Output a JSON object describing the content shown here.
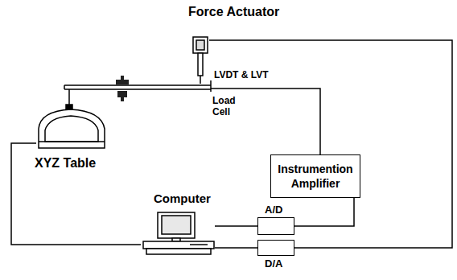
{
  "diagram": {
    "nodes": [
      {
        "text": [
          "Force Actuator"
        ]
      },
      {
        "text": [
          "XYZ Table"
        ]
      },
      {
        "text": [
          "Instrumention Amplifier"
        ]
      },
      {
        "text": [
          "Computer"
        ]
      },
      {
        "text": [
          "A/D"
        ]
      },
      {
        "text": [
          "D/A"
        ]
      }
    ],
    "edges": [
      {
        "from": 0,
        "to": 5,
        "arrow": "none"
      },
      {
        "from": 1,
        "to": 3,
        "arrow": "none"
      },
      {
        "from": 2,
        "to": 4,
        "arrow": "none"
      },
      {
        "from": 3,
        "to": 4,
        "arrow": "none"
      },
      {
        "from": 3,
        "to": 5,
        "arrow": "none"
      }
    ],
    "labels": [
      "LVDT & LVT",
      "Load Cell"
    ]
  }
}
